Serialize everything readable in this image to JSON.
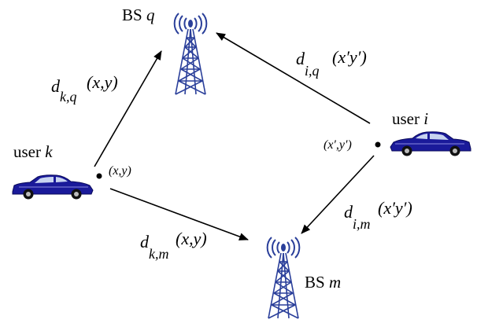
{
  "nodes": {
    "bs_q": {
      "prefix": "BS ",
      "var": "q"
    },
    "bs_m": {
      "prefix": "BS ",
      "var": "m"
    },
    "user_k": {
      "prefix": "user ",
      "var": "k"
    },
    "user_i": {
      "prefix": "user ",
      "var": "i"
    }
  },
  "points": {
    "k": "(x,y)",
    "i": "(x′,y′)"
  },
  "edges": {
    "k_q": {
      "main": "d",
      "sub": "k,q",
      "arg": "(x,y)"
    },
    "k_m": {
      "main": "d",
      "sub": "k,m",
      "arg": "(x,y)"
    },
    "i_q": {
      "main": "d",
      "sub": "i,q",
      "arg": "(x′y′)"
    },
    "i_m": {
      "main": "d",
      "sub": "i,m",
      "arg": "(x′y′)"
    }
  },
  "colors": {
    "car_body": "#1a1a9a",
    "car_dark": "#0a0a5a",
    "car_window": "#c8d4f0",
    "tower": "#2a3f9a",
    "antenna_wave": "#2a3f9a"
  },
  "icons": {
    "tower": "radio-tower-icon",
    "car": "car-icon"
  }
}
